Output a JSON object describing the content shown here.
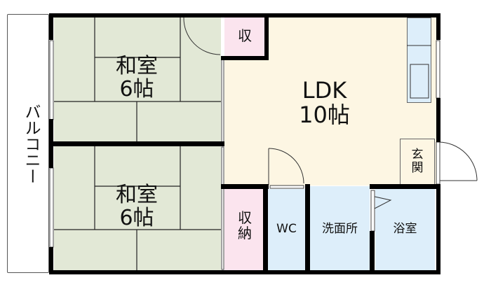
{
  "rooms": {
    "balcony": "バルコニー",
    "washitsu_upper": {
      "name": "和室",
      "size": "6帖"
    },
    "washitsu_lower": {
      "name": "和室",
      "size": "6帖"
    },
    "closet_upper": "収",
    "closet_lower": {
      "line1": "収",
      "line2": "納"
    },
    "ldk": {
      "name": "LDK",
      "size": "10帖"
    },
    "genkan": {
      "line1": "玄",
      "line2": "関"
    },
    "wc": "WC",
    "washroom": "洗面所",
    "bathroom": "浴室"
  },
  "colors": {
    "tatami": "#e2e8d6",
    "ldk": "#fdf6e3",
    "closet": "#fbe4ee",
    "wet": "#ddeefa",
    "wall": "#000000"
  }
}
